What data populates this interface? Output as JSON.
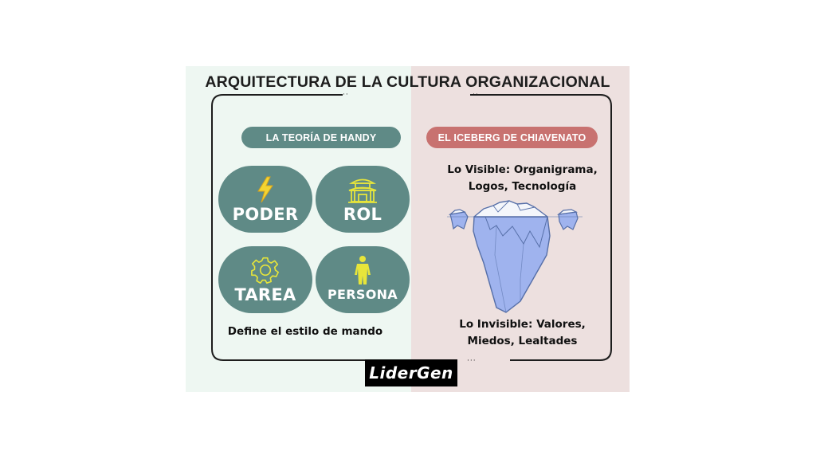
{
  "title": "ARQUITECTURA DE LA CULTURA ORGANIZACIONAL",
  "left": {
    "heading": "LA TEORÍA DE HANDY",
    "tiles": [
      {
        "label": "PODER",
        "icon": "lightning-icon"
      },
      {
        "label": "ROL",
        "icon": "temple-icon"
      },
      {
        "label": "TAREA",
        "icon": "gear-icon"
      },
      {
        "label": "PERSONA",
        "icon": "person-icon"
      }
    ],
    "caption": "Define el estilo de mando"
  },
  "right": {
    "heading": "EL ICEBERG DE CHIAVENATO",
    "visible_line1": "Lo Visible: Organigrama,",
    "visible_line2": "Logos, Tecnología",
    "invisible_line1": "Lo Invisible: Valores,",
    "invisible_line2": "Miedos, Lealtades"
  },
  "logo": "LiderGen",
  "colors": {
    "left_bg": "#eef7f2",
    "right_bg": "#ede0df",
    "tile": "#5f8a86",
    "chiavenato_pill": "#c87270",
    "icon_yellow": "#e7e53a",
    "iceberg_blue": "#9fb3ee"
  }
}
